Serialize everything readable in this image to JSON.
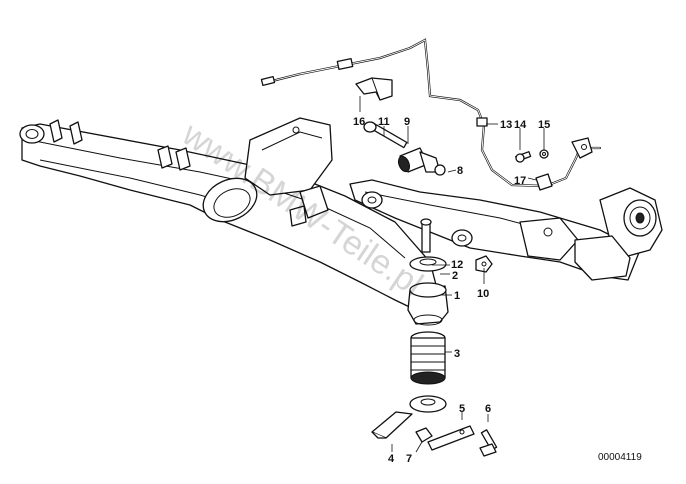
{
  "diagram": {
    "document_number": "00004119",
    "watermark": "www.BMW-Teile.pl",
    "callouts": [
      {
        "id": "1",
        "label": "1"
      },
      {
        "id": "2",
        "label": "2"
      },
      {
        "id": "3",
        "label": "3"
      },
      {
        "id": "4",
        "label": "4"
      },
      {
        "id": "5",
        "label": "5"
      },
      {
        "id": "6",
        "label": "6"
      },
      {
        "id": "7",
        "label": "7"
      },
      {
        "id": "8",
        "label": "8"
      },
      {
        "id": "9",
        "label": "9"
      },
      {
        "id": "10",
        "label": "10"
      },
      {
        "id": "11",
        "label": "11"
      },
      {
        "id": "12",
        "label": "12"
      },
      {
        "id": "13",
        "label": "13"
      },
      {
        "id": "14",
        "label": "14"
      },
      {
        "id": "15",
        "label": "15"
      },
      {
        "id": "16",
        "label": "16"
      },
      {
        "id": "17",
        "label": "17"
      }
    ]
  }
}
